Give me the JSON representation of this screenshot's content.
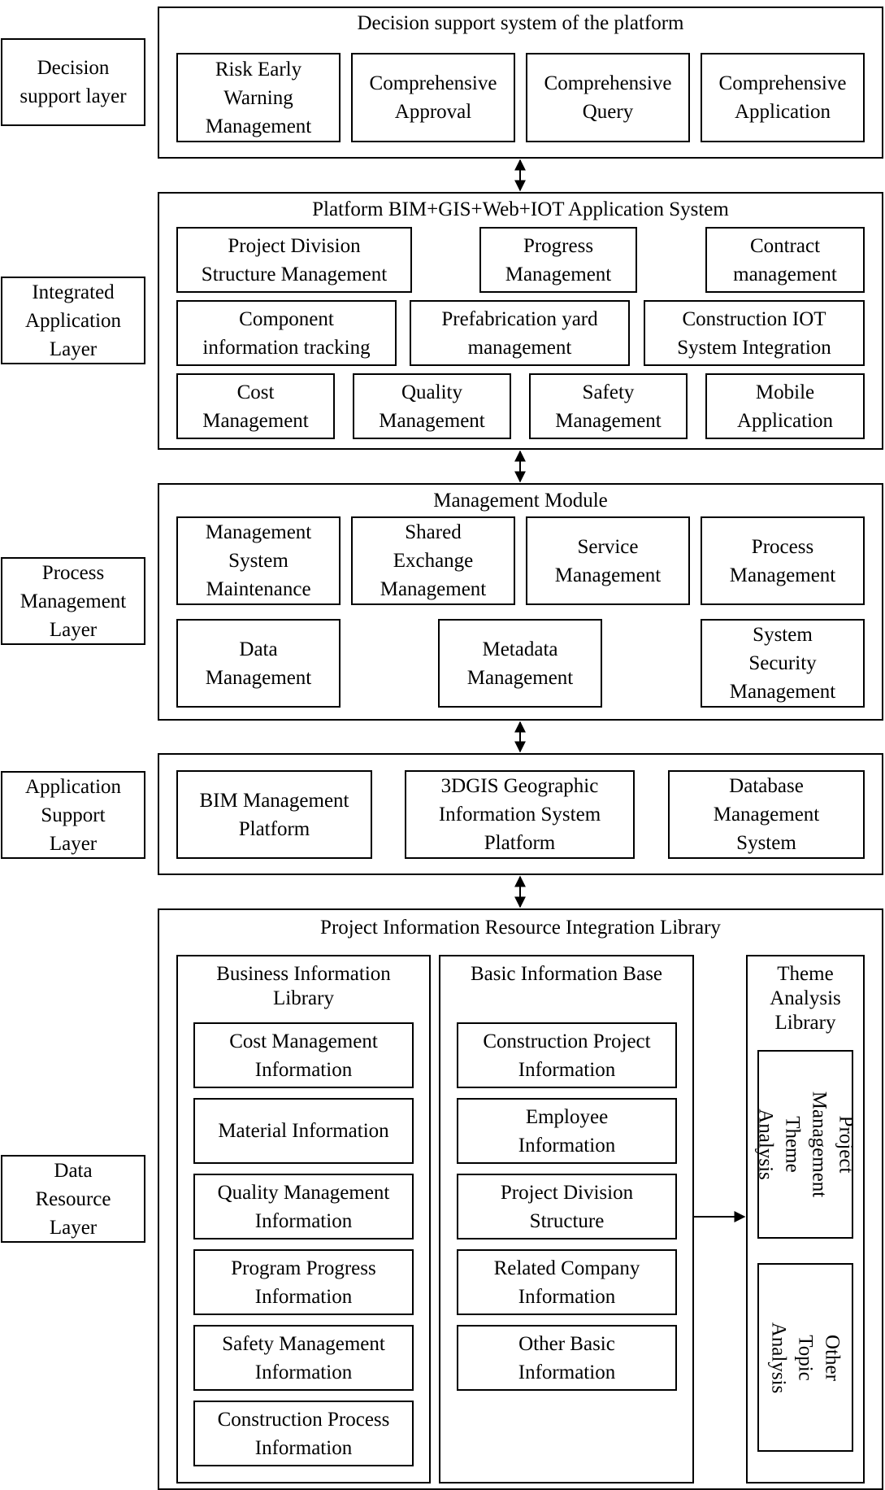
{
  "layers": {
    "decision": "Decision\nsupport layer",
    "integrated": "Integrated\nApplication\nLayer",
    "process": "Process\nManagement\nLayer",
    "support": "Application\nSupport\nLayer",
    "data": "Data\nResource\nLayer"
  },
  "decision_support": {
    "title": "Decision support system of the platform",
    "items": [
      "Risk Early\nWarning\nManagement",
      "Comprehensive\nApproval",
      "Comprehensive\nQuery",
      "Comprehensive\nApplication"
    ]
  },
  "integrated_application": {
    "title": "Platform BIM+GIS+Web+IOT Application System",
    "row1": [
      "Project Division\nStructure Management",
      "Progress\nManagement",
      "Contract\nmanagement"
    ],
    "row2": [
      "Component\ninformation tracking",
      "Prefabrication yard\nmanagement",
      "Construction IOT\nSystem Integration"
    ],
    "row3": [
      "Cost\nManagement",
      "Quality\nManagement",
      "Safety\nManagement",
      "Mobile\nApplication"
    ]
  },
  "management_module": {
    "title": "Management Module",
    "row1": [
      "Management\nSystem\nMaintenance",
      "Shared\nExchange\nManagement",
      "Service\nManagement",
      "Process\nManagement"
    ],
    "row2": [
      "Data\nManagement",
      "Metadata\nManagement",
      "System\nSecurity\nManagement"
    ]
  },
  "application_support": {
    "items": [
      "BIM Management\nPlatform",
      "3DGIS Geographic\nInformation System\nPlatform",
      "Database\nManagement\nSystem"
    ]
  },
  "resource_library": {
    "title": "Project Information Resource Integration Library",
    "business": {
      "title": "Business Information\nLibrary",
      "items": [
        "Cost Management\nInformation",
        "Material Information",
        "Quality Management\nInformation",
        "Program Progress\nInformation",
        "Safety Management\nInformation",
        "Construction Process\nInformation"
      ]
    },
    "basic": {
      "title": "Basic Information Base",
      "items": [
        "Construction Project\nInformation",
        "Employee\nInformation",
        "Project Division\nStructure",
        "Related Company\nInformation",
        "Other Basic\nInformation"
      ]
    },
    "theme": {
      "title": "Theme\nAnalysis\nLibrary",
      "items": [
        "Project\nManagement\nTheme Analysis",
        "Other Topic\nAnalysis"
      ]
    }
  }
}
